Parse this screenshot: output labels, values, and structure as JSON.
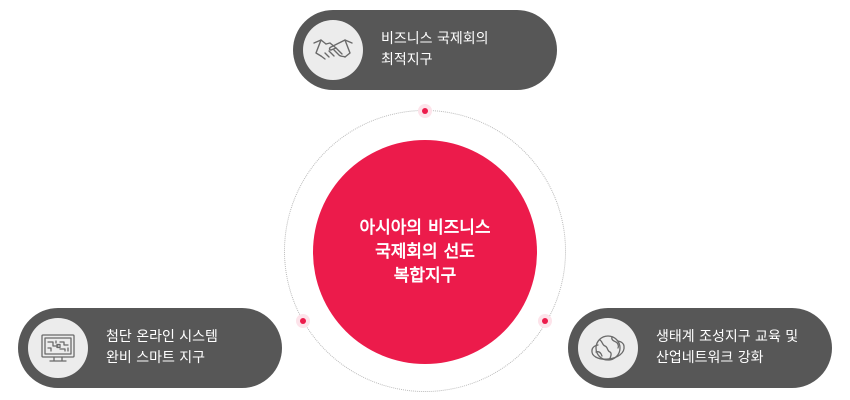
{
  "center": {
    "lines": [
      "아시아의 비즈니스",
      "국제회의 선도",
      "복합지구"
    ]
  },
  "nodes": [
    {
      "icon": "handshake-icon",
      "lines": [
        "비즈니스 국제회의",
        "최적지구"
      ]
    },
    {
      "icon": "circuit-board-icon",
      "lines": [
        "첨단 온라인 시스템",
        "완비 스마트 지구"
      ]
    },
    {
      "icon": "globe-icon",
      "lines": [
        "생태계 조성지구 교육 및",
        "산업네트워크 강화"
      ]
    }
  ],
  "colors": {
    "accent": "#ec1b4b",
    "pill": "#575757",
    "icon_bg": "#ececec",
    "dot_halo": "#fde3ea",
    "orbit": "#b9b9b9"
  }
}
